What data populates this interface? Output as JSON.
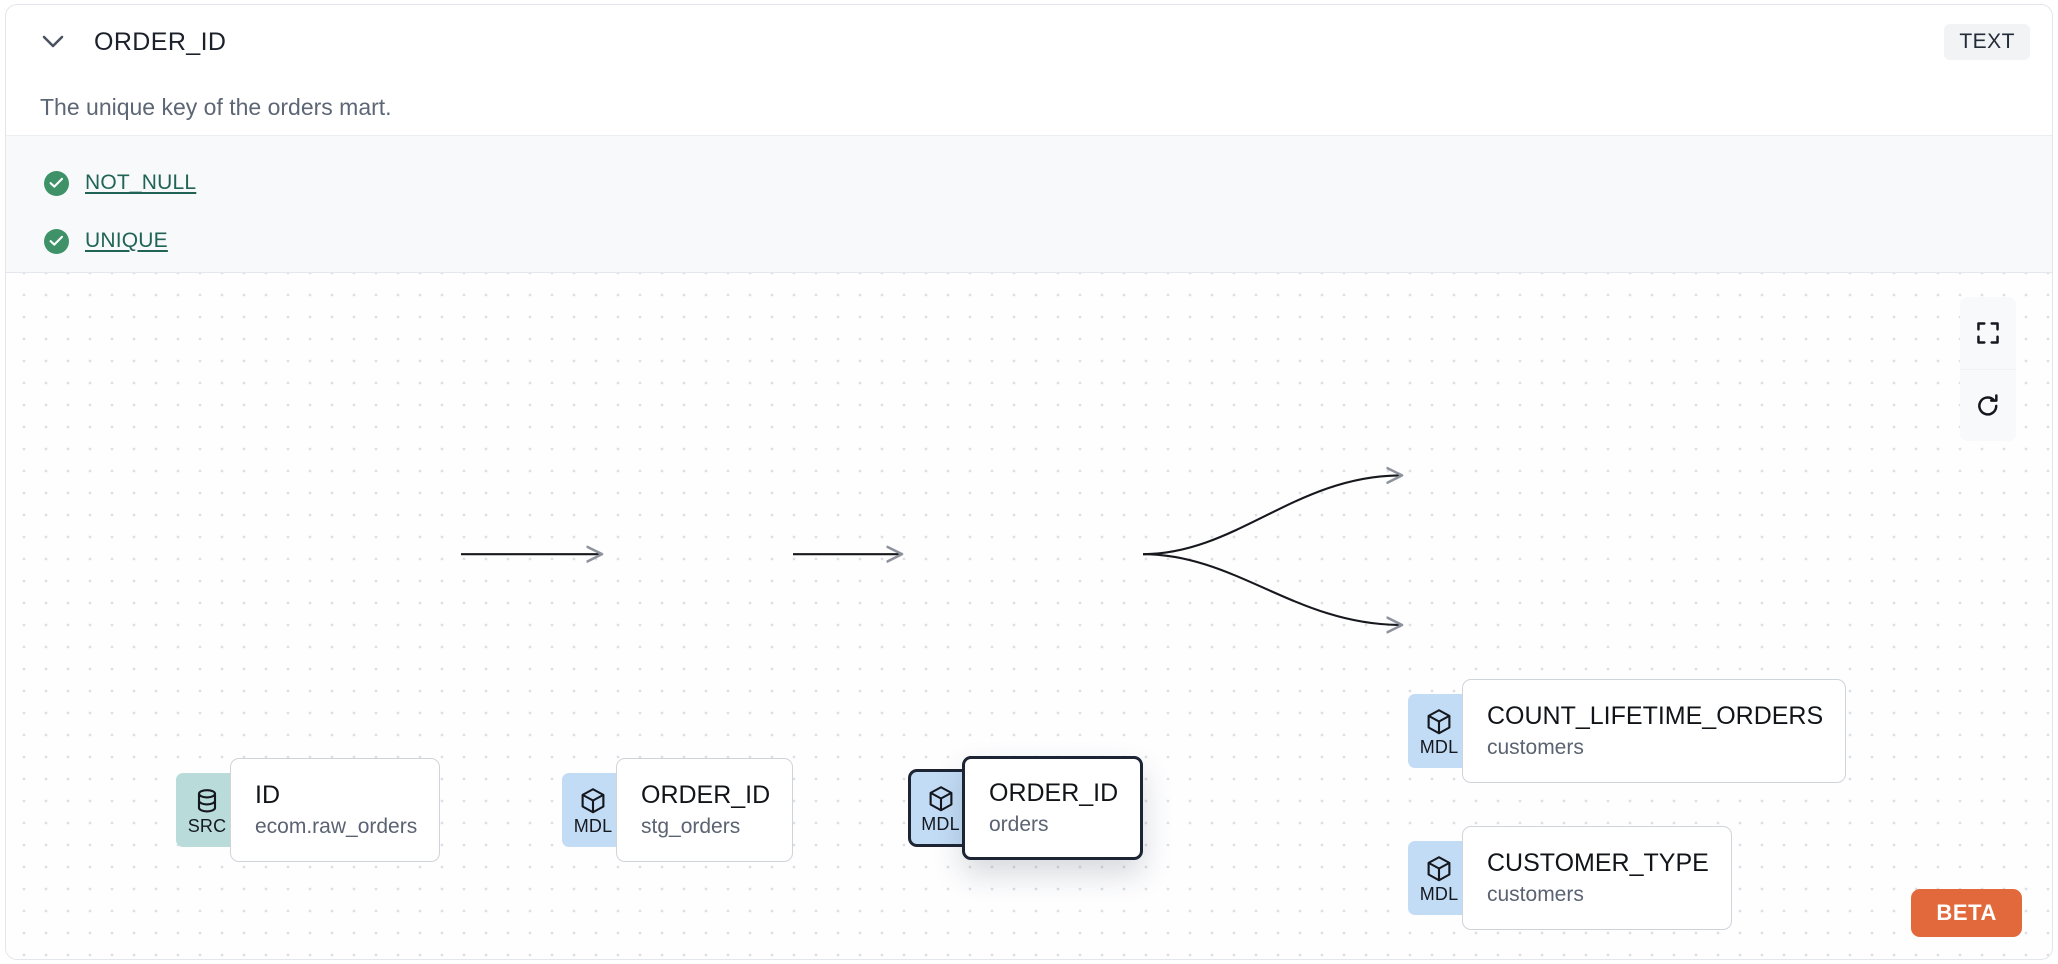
{
  "header": {
    "collapse_icon": "chevron-down-icon",
    "title": "ORDER_ID",
    "type_badge": "TEXT"
  },
  "description": {
    "text": "The unique key of the orders mart."
  },
  "tests": [
    {
      "icon": "check-circle-icon",
      "label": "NOT_NULL",
      "status": "passing"
    },
    {
      "icon": "check-circle-icon",
      "label": "UNIQUE",
      "status": "passing"
    }
  ],
  "lineage": {
    "nodes": [
      {
        "badge": "SRC",
        "badge_icon": "database-icon",
        "name": "ID",
        "sub": "ecom.raw_orders",
        "selected": false
      },
      {
        "badge": "MDL",
        "badge_icon": "cube-icon",
        "name": "ORDER_ID",
        "sub": "stg_orders",
        "selected": false
      },
      {
        "badge": "MDL",
        "badge_icon": "cube-icon",
        "name": "ORDER_ID",
        "sub": "orders",
        "selected": true
      },
      {
        "badge": "MDL",
        "badge_icon": "cube-icon",
        "name": "COUNT_LIFETIME_ORDERS",
        "sub": "customers",
        "selected": false
      },
      {
        "badge": "MDL",
        "badge_icon": "cube-icon",
        "name": "CUSTOMER_TYPE",
        "sub": "customers",
        "selected": false
      }
    ],
    "controls": [
      {
        "icon": "fullscreen-icon",
        "name": "fit-view-button"
      },
      {
        "icon": "refresh-icon",
        "name": "reset-layout-button"
      }
    ],
    "beta_label": "BETA"
  },
  "colors": {
    "src_badge": "#b9dcdb",
    "mdl_badge": "#c3dcf6",
    "test_pass": "#3f9268",
    "test_link": "#216456",
    "beta": "#e2693c",
    "selected_border": "#1d2433"
  }
}
